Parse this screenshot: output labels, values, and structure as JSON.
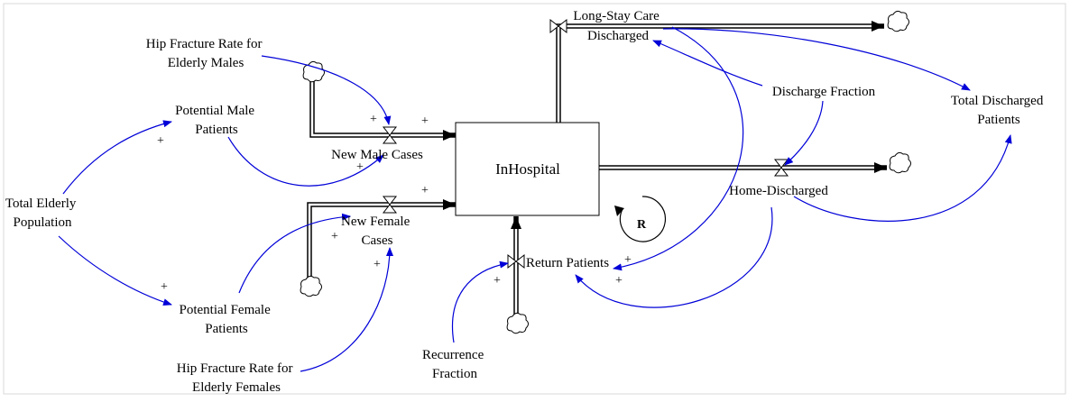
{
  "stock": {
    "label": "InHospital"
  },
  "flows": {
    "new_male": "New Male Cases",
    "new_female": [
      "New Female",
      "Cases"
    ],
    "long_stay": [
      "Long-Stay Care",
      "Discharged"
    ],
    "home": "Home-Discharged",
    "return": "Return Patients"
  },
  "variables": {
    "hip_male": [
      "Hip Fracture Rate for",
      "Elderly Males"
    ],
    "potential_male": [
      "Potential Male",
      "Patients"
    ],
    "total_elderly": [
      "Total Elderly",
      "Population"
    ],
    "potential_female": [
      "Potential Female",
      "Patients"
    ],
    "hip_female": [
      "Hip Fracture Rate for",
      "Elderly Females"
    ],
    "recurrence": [
      "Recurrence",
      "Fraction"
    ],
    "discharge_fraction": "Discharge Fraction",
    "total_discharged": [
      "Total Discharged",
      "Patients"
    ]
  },
  "loop": {
    "label": "R"
  },
  "polarity": "+",
  "colors": {
    "link": "#0000d8",
    "pipe": "#000000",
    "border": "#d9d9d9"
  }
}
